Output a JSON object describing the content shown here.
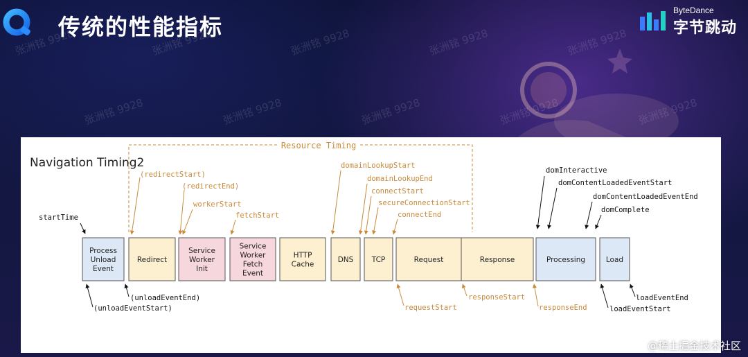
{
  "slide": {
    "title": "传统的性能指标"
  },
  "brand": {
    "en": "ByteDance",
    "cn": "字节跳动"
  },
  "watermark": "张洲铭 9928",
  "footer": "@稀土掘金技术社区",
  "diagram": {
    "title": "Navigation Timing2",
    "resource_timing_label": "Resource Timing",
    "blocks": [
      {
        "id": "process-unload",
        "lines": [
          "Process",
          "Unload",
          "Event"
        ],
        "fill": "#dce8f5"
      },
      {
        "id": "redirect",
        "lines": [
          "Redirect"
        ],
        "fill": "#fdf0d0"
      },
      {
        "id": "service-worker-init",
        "lines": [
          "Service",
          "Worker",
          "Init"
        ],
        "fill": "#f6d7dd"
      },
      {
        "id": "service-worker-fetch",
        "lines": [
          "Service",
          "Worker",
          "Fetch",
          "Event"
        ],
        "fill": "#f6d7dd"
      },
      {
        "id": "http-cache",
        "lines": [
          "HTTP",
          "Cache"
        ],
        "fill": "#fdf0d0"
      },
      {
        "id": "dns",
        "lines": [
          "DNS"
        ],
        "fill": "#fdf0d0"
      },
      {
        "id": "tcp",
        "lines": [
          "TCP"
        ],
        "fill": "#fdf0d0"
      },
      {
        "id": "request",
        "lines": [
          "Request"
        ],
        "fill": "#fdf0d0"
      },
      {
        "id": "response",
        "lines": [
          "Response"
        ],
        "fill": "#fdf0d0"
      },
      {
        "id": "processing",
        "lines": [
          "Processing"
        ],
        "fill": "#dce8f5"
      },
      {
        "id": "load",
        "lines": [
          "Load"
        ],
        "fill": "#dce8f5"
      }
    ],
    "labels": {
      "startTime": "startTime",
      "redirectStart": "(redirectStart)",
      "redirectEnd": "(redirectEnd)",
      "workerStart": "workerStart",
      "fetchStart": "fetchStart",
      "domainLookupStart": "domainLookupStart",
      "domainLookupEnd": "domainLookupEnd",
      "connectStart": "connectStart",
      "secureConnectionStart": "secureConnectionStart",
      "connectEnd": "connectEnd",
      "domInteractive": "domInteractive",
      "domContentLoadedEventStart": "domContentLoadedEventStart",
      "domContentLoadedEventEnd": "domContentLoadedEventEnd",
      "domComplete": "domComplete",
      "unloadEventEnd": "(unloadEventEnd)",
      "unloadEventStart": "(unloadEventStart)",
      "requestStart": "requestStart",
      "responseStart": "responseStart",
      "responseEnd": "responseEnd",
      "loadEventStart": "loadEventStart",
      "loadEventEnd": "loadEventEnd"
    }
  }
}
